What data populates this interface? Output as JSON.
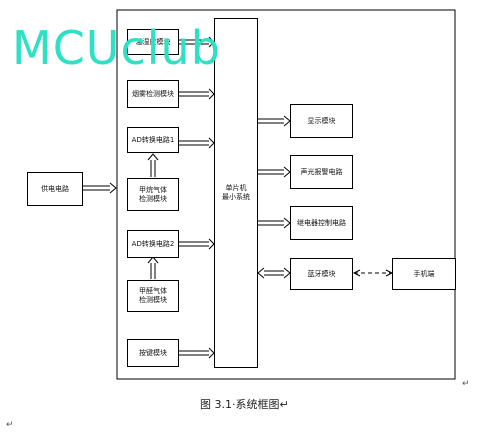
{
  "watermark": "MCUclub",
  "caption": "图 3.1·系统框图",
  "paragraph_mark": "↵",
  "blocks": {
    "temp_humidity": "温湿度模块",
    "smoke": "烟雾检测模块",
    "ad1": "AD转换电路1",
    "methane": "甲烷气体\n检测模块",
    "ad2": "AD转换电路2",
    "formaldehyde": "甲醛气体\n检测模块",
    "keys": "按键模块",
    "power": "供电电路",
    "mcu": "单片机\n最小系统",
    "display": "显示模块",
    "alarm": "声光报警电路",
    "relay": "继电器控制电路",
    "bluetooth": "蓝牙模块",
    "phone": "手机端"
  }
}
